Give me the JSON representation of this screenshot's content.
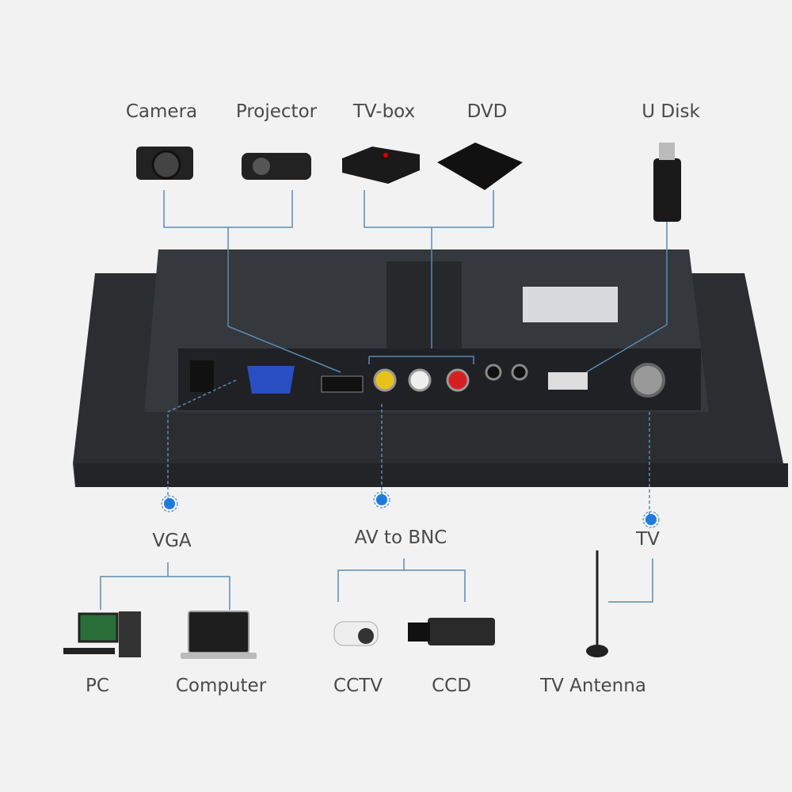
{
  "top_devices": [
    {
      "label": "Camera",
      "icon": "camera-icon"
    },
    {
      "label": "Projector",
      "icon": "projector-icon"
    },
    {
      "label": "TV-box",
      "icon": "tv-box-icon"
    },
    {
      "label": "DVD",
      "icon": "dvd-player-icon"
    },
    {
      "label": "U Disk",
      "icon": "usb-drive-icon"
    }
  ],
  "ports": [
    {
      "label": "VGA"
    },
    {
      "label": "AV to BNC"
    },
    {
      "label": "TV"
    }
  ],
  "bottom_devices": [
    {
      "label": "PC",
      "icon": "desktop-pc-icon"
    },
    {
      "label": "Computer",
      "icon": "laptop-icon"
    },
    {
      "label": "CCTV",
      "icon": "cctv-camera-icon"
    },
    {
      "label": "CCD",
      "icon": "ccd-camera-icon"
    },
    {
      "label": "TV Antenna",
      "icon": "tv-antenna-icon"
    }
  ],
  "colors": {
    "background": "#f2f2f2",
    "connector_line": "#5b8bb5",
    "port_dot": "#1e7be0",
    "monitor": "#2e3033"
  }
}
